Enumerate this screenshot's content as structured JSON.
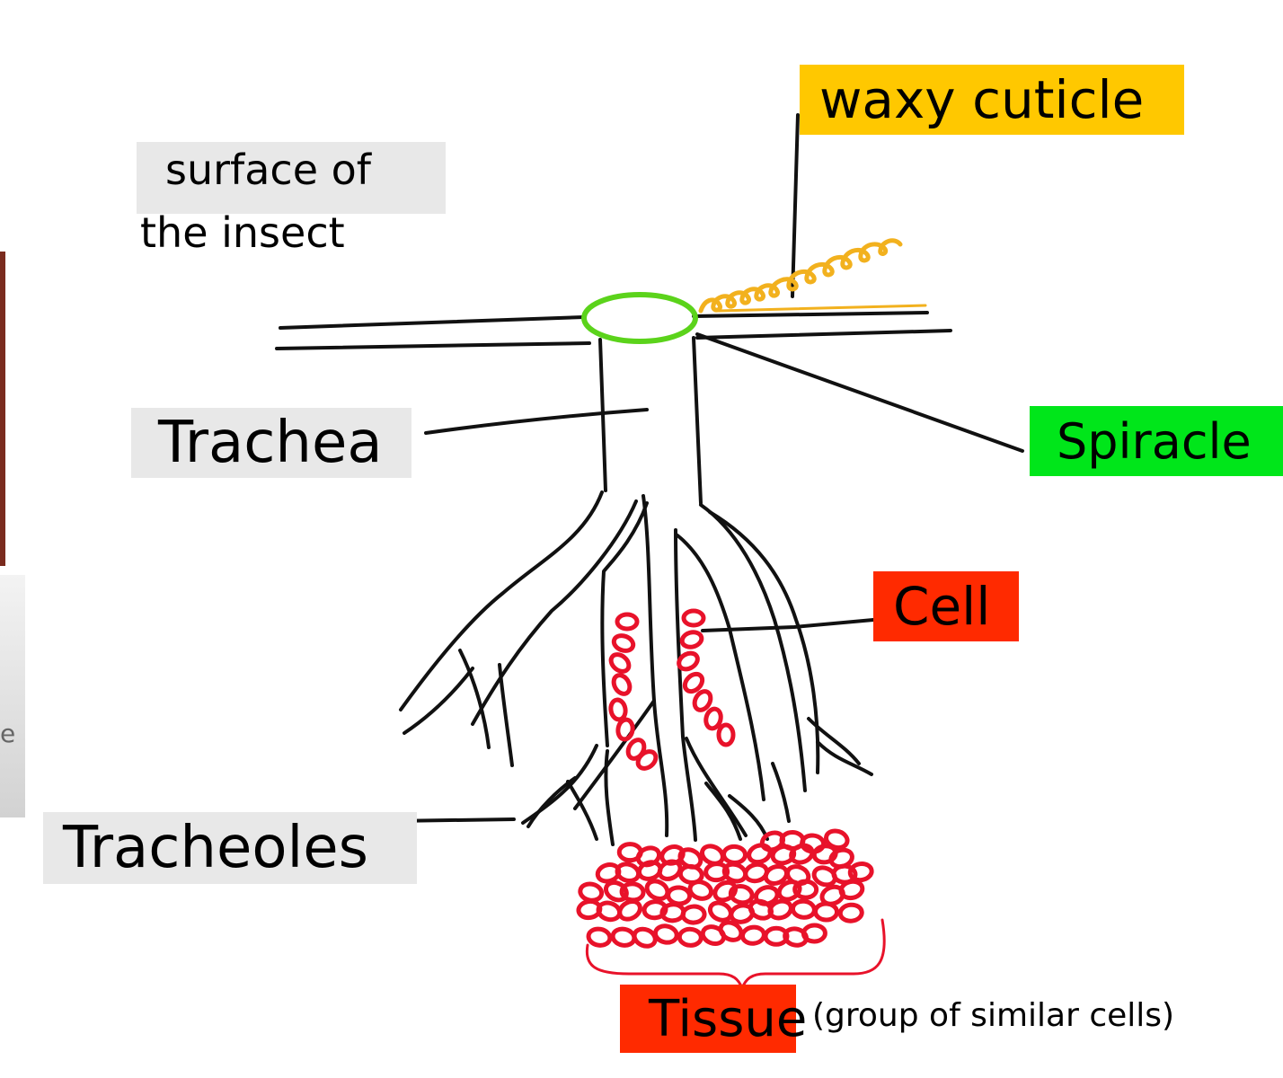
{
  "labels": {
    "surface_line1": "surface of",
    "surface_line2": "the insect",
    "waxy_cuticle": "waxy cuticle",
    "trachea": "Trachea",
    "spiracle": "Spiracle",
    "cell": "Cell",
    "tracheoles": "Tracheoles",
    "tissue": "Tissue",
    "tissue_note": "(group of similar cells)"
  },
  "edge_fragment": {
    "text": "e"
  },
  "colors": {
    "waxy_cuticle_bg": "#ffc800",
    "spiracle_bg": "#00e61a",
    "cell_bg": "#ff2a00",
    "tissue_bg": "#ff2a00",
    "neutral_label_bg": "#e8e8e8",
    "spiracle_ring": "#5bd31b",
    "cuticle_wax": "#f2b11e",
    "cells": "#e8122a",
    "ink": "#000000"
  }
}
